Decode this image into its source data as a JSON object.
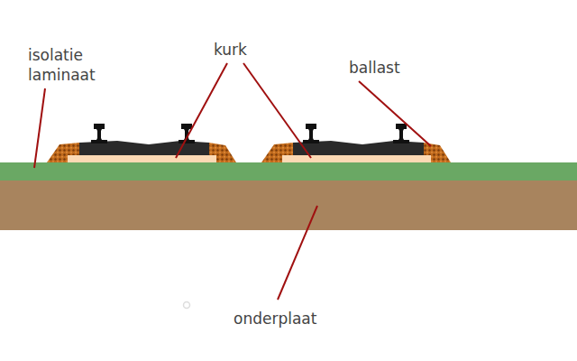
{
  "diagram": {
    "labels": [
      "isolatie laminaat",
      "kurk",
      "ballast",
      "onderplaat"
    ]
  }
}
